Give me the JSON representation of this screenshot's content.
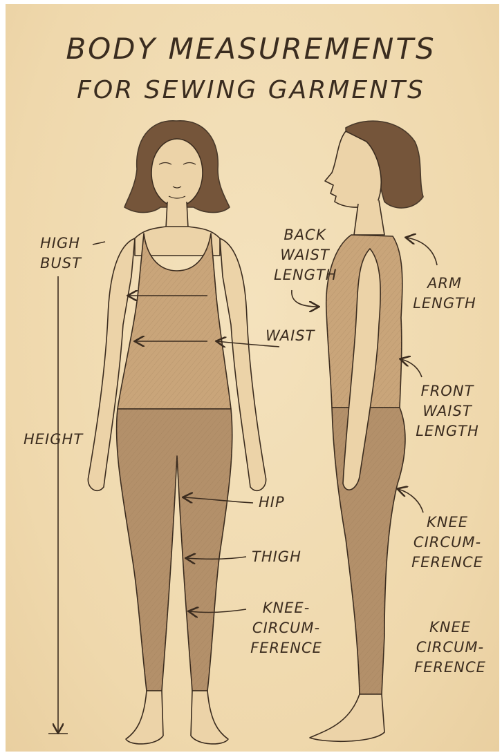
{
  "title": {
    "line1": "BODY MEASUREMENTS",
    "line2": "FOR SEWING GARMENTS"
  },
  "front_labels": {
    "high_bust": [
      "HIGH",
      "BUST"
    ],
    "height": "HEIGHT",
    "waist": "WAIST",
    "hip": "HIP",
    "thigh": "THIGH",
    "knee": [
      "KNEE-",
      "CIRCUM-",
      "FERENCE"
    ]
  },
  "side_labels": {
    "back_waist_length": [
      "BACK",
      "WAIST",
      "LENGTH"
    ],
    "arm_length": [
      "ARM",
      "LENGTH"
    ],
    "front_waist_length": [
      "FRONT",
      "WAIST",
      "LENGTH"
    ],
    "knee_upper": [
      "KNEE",
      "CIRCUM-",
      "FERENCE"
    ],
    "knee_lower": [
      "KNEE",
      "CIRCUM-",
      "FERENCE"
    ]
  },
  "colors": {
    "paper": "#f1ddb5",
    "ink": "#3b2c1f",
    "skin": "#ecd3a8",
    "garment": "#c9a57a",
    "leggings": "#b3906a",
    "hair": "#6b4a30"
  }
}
